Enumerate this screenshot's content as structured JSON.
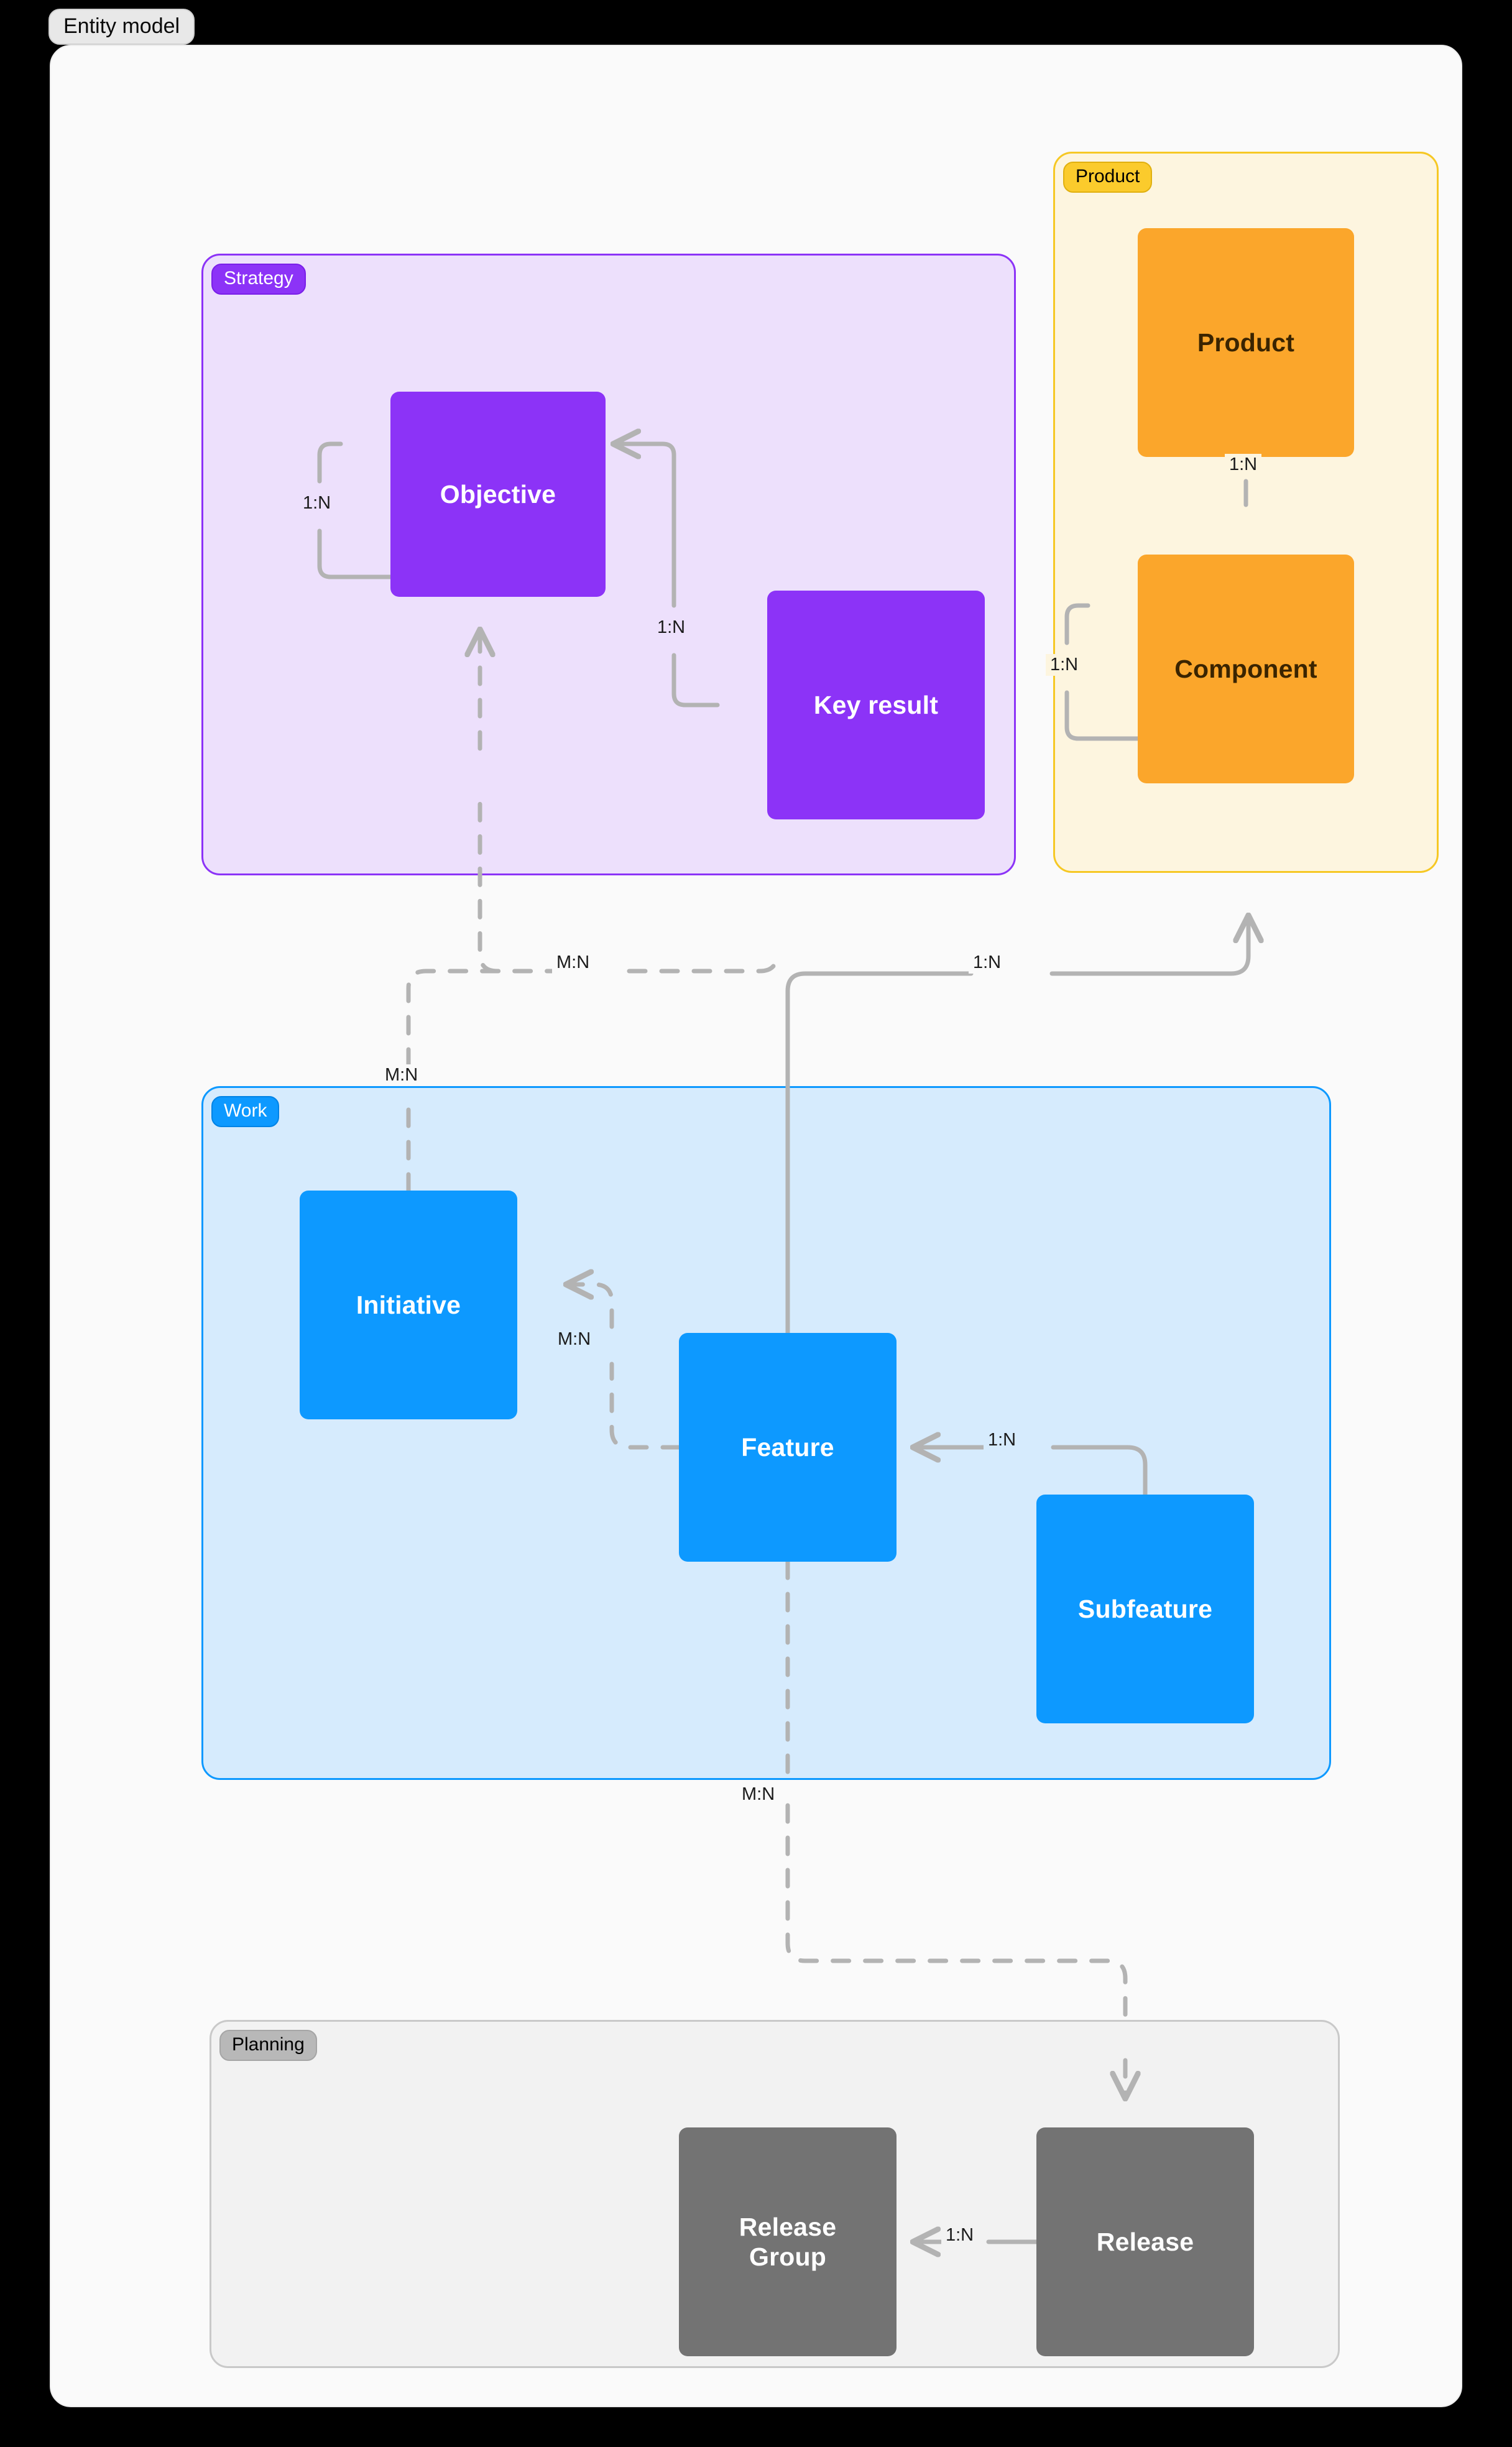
{
  "title": "Entity model",
  "canvas": {
    "background": "#FAFAFA",
    "page_background": "#000000"
  },
  "groups": [
    {
      "id": "strategy",
      "label": "Strategy",
      "fill": "#EDE0FC",
      "stroke": "#8C33F7",
      "badge_fill": "#8C33F7",
      "badge_text": "#FFFFFF"
    },
    {
      "id": "product",
      "label": "Product",
      "fill": "#FDF5DF",
      "stroke": "#F6C824",
      "badge_fill": "#FBCB2C",
      "badge_text": "#000000"
    },
    {
      "id": "work",
      "label": "Work",
      "fill": "#D6EBFD",
      "stroke": "#0D99FF",
      "badge_fill": "#0D99FF",
      "badge_text": "#FFFFFF"
    },
    {
      "id": "planning",
      "label": "Planning",
      "fill": "#F2F2F2",
      "stroke": "#C9C9C9",
      "badge_fill": "#B8B8B8",
      "badge_text": "#000000"
    }
  ],
  "nodes": [
    {
      "id": "objective",
      "label": "Objective",
      "group": "strategy",
      "fill": "#8C33F7",
      "text": "#FFFFFF"
    },
    {
      "id": "key-result",
      "label": "Key result",
      "group": "strategy",
      "fill": "#8C33F7",
      "text": "#FFFFFF"
    },
    {
      "id": "product",
      "label": "Product",
      "group": "product",
      "fill": "#FBA62B",
      "text": "#3A2400"
    },
    {
      "id": "component",
      "label": "Component",
      "group": "product",
      "fill": "#FBA62B",
      "text": "#3A2400"
    },
    {
      "id": "initiative",
      "label": "Initiative",
      "group": "work",
      "fill": "#0D99FF",
      "text": "#FFFFFF"
    },
    {
      "id": "feature",
      "label": "Feature",
      "group": "work",
      "fill": "#0D99FF",
      "text": "#FFFFFF"
    },
    {
      "id": "subfeature",
      "label": "Subfeature",
      "group": "work",
      "fill": "#0D99FF",
      "text": "#FFFFFF"
    },
    {
      "id": "release-group",
      "label": "Release\nGroup",
      "group": "planning",
      "fill": "#737373",
      "text": "#FFFFFF"
    },
    {
      "id": "release",
      "label": "Release",
      "group": "planning",
      "fill": "#737373",
      "text": "#FFFFFF"
    }
  ],
  "edges": [
    {
      "id": "objective-self",
      "from": "objective",
      "to": "objective",
      "cardinality": "1:N",
      "style": "solid"
    },
    {
      "id": "key-result-objective",
      "from": "key result",
      "to": "objective",
      "cardinality": "1:N",
      "style": "solid"
    },
    {
      "id": "component-product",
      "from": "component",
      "to": "product",
      "cardinality": "1:N",
      "style": "solid"
    },
    {
      "id": "component-self",
      "from": "component",
      "to": "component",
      "cardinality": "1:N",
      "style": "solid"
    },
    {
      "id": "initiative-objective",
      "from": "initiative",
      "to": "objective",
      "cardinality": "M:N",
      "style": "dashed"
    },
    {
      "id": "feature-component",
      "from": "feature",
      "to": "component",
      "cardinality": "1:N",
      "style": "solid"
    },
    {
      "id": "feature-initiative",
      "from": "feature",
      "to": "initiative",
      "cardinality": "M:N",
      "style": "dashed"
    },
    {
      "id": "subfeature-feature",
      "from": "subfeature",
      "to": "feature",
      "cardinality": "1:N",
      "style": "solid"
    },
    {
      "id": "feature-release",
      "from": "feature",
      "to": "release",
      "cardinality": "M:N",
      "style": "dashed"
    },
    {
      "id": "release-release-group",
      "from": "release",
      "to": "release group",
      "cardinality": "1:N",
      "style": "solid"
    }
  ],
  "edge_labels": {
    "objective_self": "1:N",
    "key_result_objective": "1:N",
    "component_product": "1:N",
    "component_self": "1:N",
    "initiative_objective_upper": "M:N",
    "initiative_objective_lower": "M:N",
    "feature_component": "1:N",
    "feature_initiative": "M:N",
    "subfeature_feature": "1:N",
    "feature_release": "M:N",
    "release_release_group": "1:N"
  },
  "edge_color": "#B3B3B3"
}
